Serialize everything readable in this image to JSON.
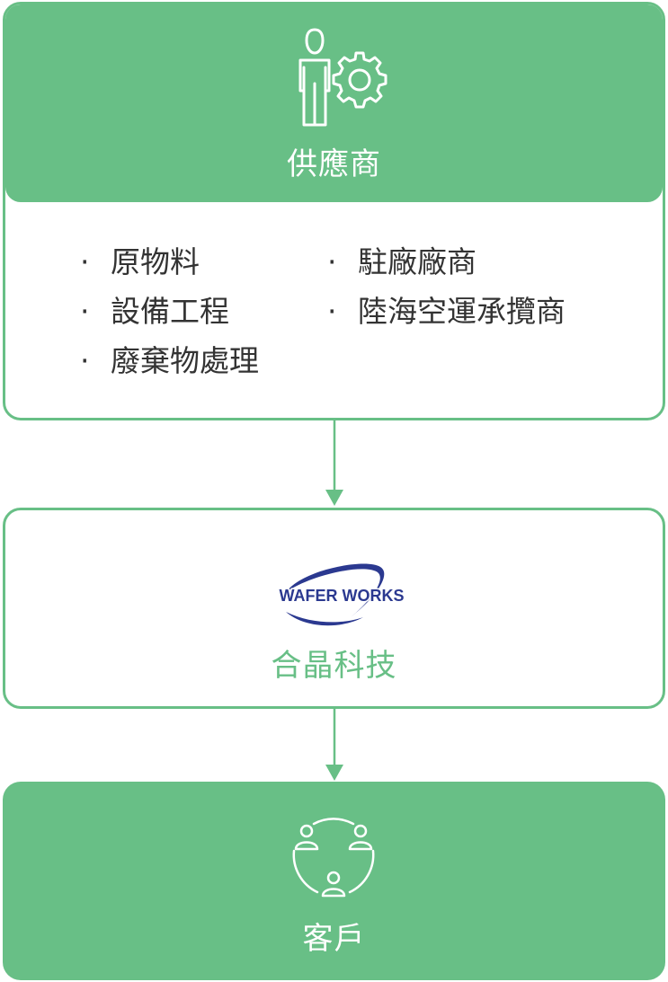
{
  "supplier": {
    "title": "供應商",
    "icon": "person-gear-icon",
    "items_left": [
      "原物料",
      "設備工程",
      "廢棄物處理"
    ],
    "items_right": [
      "駐廠廠商",
      "陸海空運承攬商"
    ],
    "bullet": "·"
  },
  "company": {
    "logo_text": "WAFER WORKS",
    "title": "合晶科技"
  },
  "customer": {
    "title": "客戶",
    "icon": "customers-cycle-icon"
  },
  "colors": {
    "accent": "#68bf86",
    "text": "#333333",
    "logo": "#2b3990"
  }
}
